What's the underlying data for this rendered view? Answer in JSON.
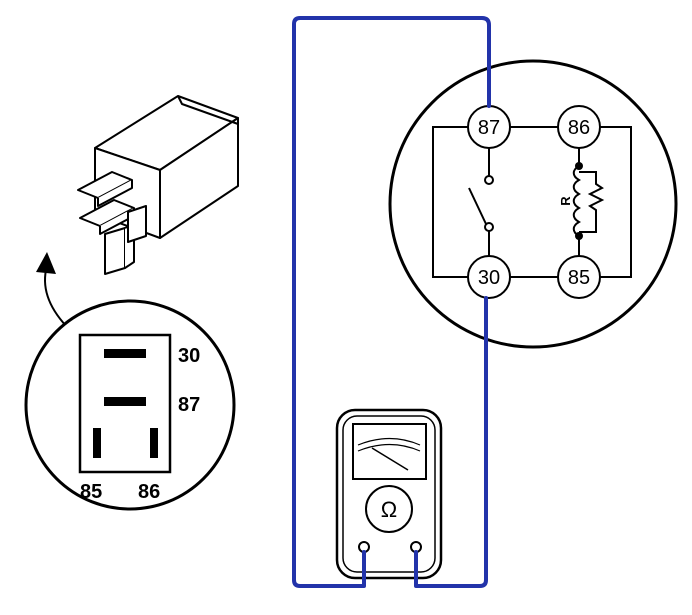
{
  "terminals": {
    "t87": "87",
    "t86": "86",
    "t30": "30",
    "t85": "85"
  },
  "pinout": {
    "p30": "30",
    "p87": "87",
    "p85": "85",
    "p86": "86"
  },
  "resistor_label": "R",
  "ohmmeter_symbol": "Ω",
  "colors": {
    "wire": "#2233aa",
    "line": "#000000",
    "background": "#ffffff"
  },
  "icons": {
    "relay": "relay-icon",
    "ohmmeter": "ohmmeter-icon",
    "arrow": "curved-arrow-icon"
  }
}
